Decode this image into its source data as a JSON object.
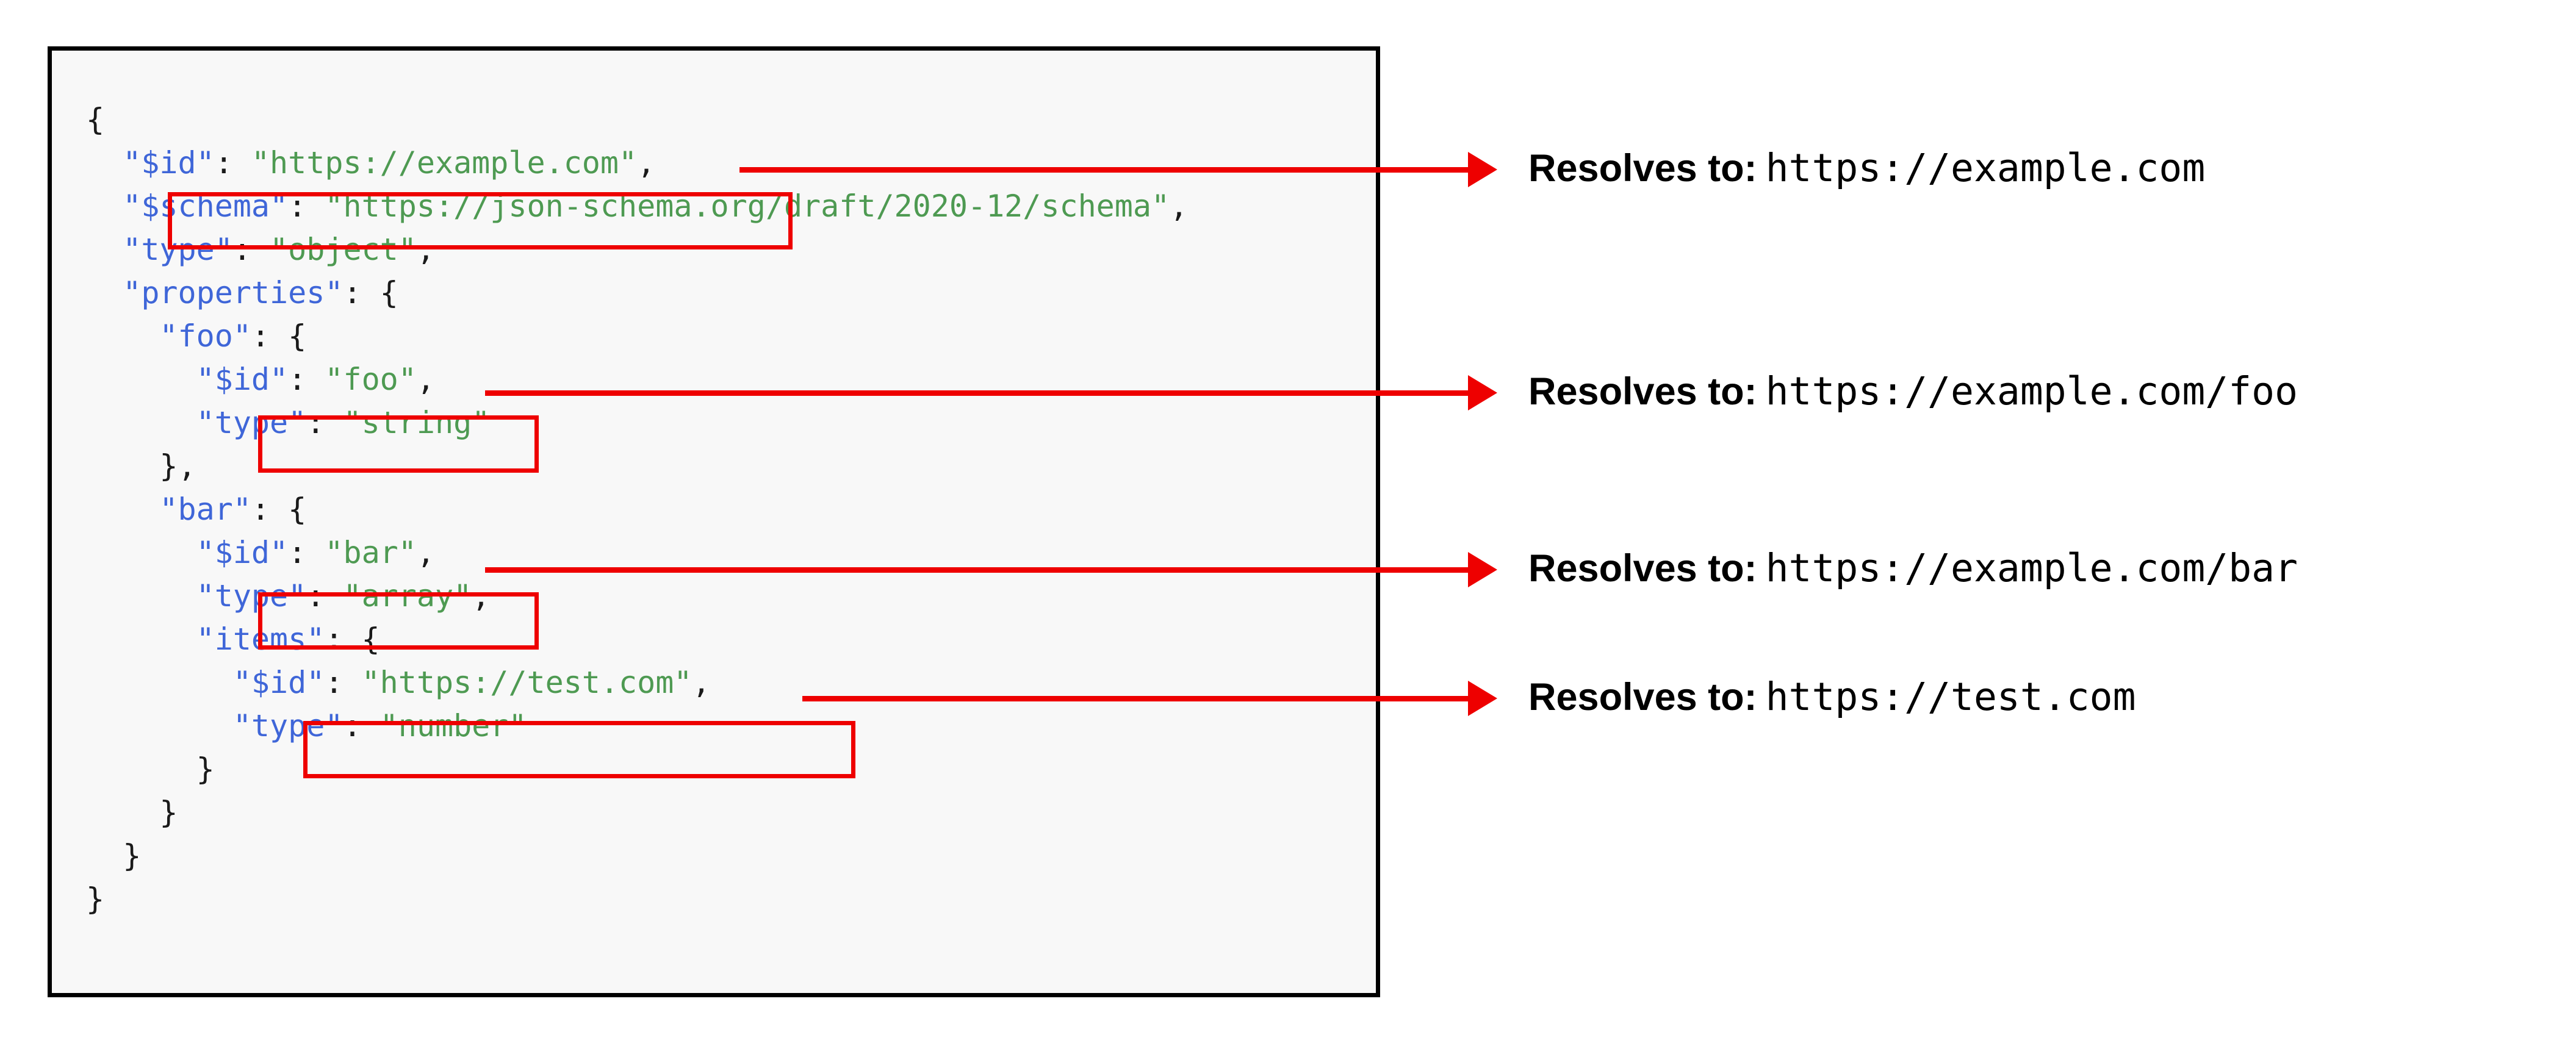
{
  "code_block": {
    "language": "json",
    "background": "#f8f8f8",
    "border_color": "#000000",
    "syntax_colors": {
      "key": "#3f66d8",
      "string": "#4e9a52",
      "punctuation": "#1a1a1a"
    },
    "lines": [
      {
        "indent": 0,
        "parts": [
          {
            "t": "{",
            "c": "p"
          }
        ]
      },
      {
        "indent": 1,
        "parts": [
          {
            "t": "\"$id\"",
            "c": "k"
          },
          {
            "t": ": ",
            "c": "p"
          },
          {
            "t": "\"https://example.com\"",
            "c": "s"
          },
          {
            "t": ",",
            "c": "p"
          }
        ]
      },
      {
        "indent": 1,
        "parts": [
          {
            "t": "\"$schema\"",
            "c": "k"
          },
          {
            "t": ": ",
            "c": "p"
          },
          {
            "t": "\"https://json-schema.org/draft/2020-12/schema\"",
            "c": "s"
          },
          {
            "t": ",",
            "c": "p"
          }
        ]
      },
      {
        "indent": 1,
        "parts": [
          {
            "t": "\"type\"",
            "c": "k"
          },
          {
            "t": ": ",
            "c": "p"
          },
          {
            "t": "\"object\"",
            "c": "s"
          },
          {
            "t": ",",
            "c": "p"
          }
        ]
      },
      {
        "indent": 1,
        "parts": [
          {
            "t": "\"properties\"",
            "c": "k"
          },
          {
            "t": ": {",
            "c": "p"
          }
        ]
      },
      {
        "indent": 2,
        "parts": [
          {
            "t": "\"foo\"",
            "c": "k"
          },
          {
            "t": ": {",
            "c": "p"
          }
        ]
      },
      {
        "indent": 3,
        "parts": [
          {
            "t": "\"$id\"",
            "c": "k"
          },
          {
            "t": ": ",
            "c": "p"
          },
          {
            "t": "\"foo\"",
            "c": "s"
          },
          {
            "t": ",",
            "c": "p"
          }
        ]
      },
      {
        "indent": 3,
        "parts": [
          {
            "t": "\"type\"",
            "c": "k"
          },
          {
            "t": ": ",
            "c": "p"
          },
          {
            "t": "\"string\"",
            "c": "s"
          }
        ]
      },
      {
        "indent": 2,
        "parts": [
          {
            "t": "},",
            "c": "p"
          }
        ]
      },
      {
        "indent": 2,
        "parts": [
          {
            "t": "\"bar\"",
            "c": "k"
          },
          {
            "t": ": {",
            "c": "p"
          }
        ]
      },
      {
        "indent": 3,
        "parts": [
          {
            "t": "\"$id\"",
            "c": "k"
          },
          {
            "t": ": ",
            "c": "p"
          },
          {
            "t": "\"bar\"",
            "c": "s"
          },
          {
            "t": ",",
            "c": "p"
          }
        ]
      },
      {
        "indent": 3,
        "parts": [
          {
            "t": "\"type\"",
            "c": "k"
          },
          {
            "t": ": ",
            "c": "p"
          },
          {
            "t": "\"array\"",
            "c": "s"
          },
          {
            "t": ",",
            "c": "p"
          }
        ]
      },
      {
        "indent": 3,
        "parts": [
          {
            "t": "\"items\"",
            "c": "k"
          },
          {
            "t": ": {",
            "c": "p"
          }
        ]
      },
      {
        "indent": 4,
        "parts": [
          {
            "t": "\"$id\"",
            "c": "k"
          },
          {
            "t": ": ",
            "c": "p"
          },
          {
            "t": "\"https://test.com\"",
            "c": "s"
          },
          {
            "t": ",",
            "c": "p"
          }
        ]
      },
      {
        "indent": 4,
        "parts": [
          {
            "t": "\"type\"",
            "c": "k"
          },
          {
            "t": ": ",
            "c": "p"
          },
          {
            "t": "\"number\"",
            "c": "s"
          }
        ]
      },
      {
        "indent": 3,
        "parts": [
          {
            "t": "}",
            "c": "p"
          }
        ]
      },
      {
        "indent": 2,
        "parts": [
          {
            "t": "}",
            "c": "p"
          }
        ]
      },
      {
        "indent": 1,
        "parts": [
          {
            "t": "}",
            "c": "p"
          }
        ]
      },
      {
        "indent": 0,
        "parts": [
          {
            "t": "}",
            "c": "p"
          }
        ]
      }
    ]
  },
  "highlights": {
    "color": "#ee0000",
    "items": [
      {
        "name": "root-id",
        "code_line": 1
      },
      {
        "name": "foo-id",
        "code_line": 6
      },
      {
        "name": "bar-id",
        "code_line": 10
      },
      {
        "name": "items-id",
        "code_line": 13
      }
    ]
  },
  "annotations": {
    "label": "Resolves to:",
    "items": [
      {
        "label": "Resolves to:",
        "url": "https://example.com"
      },
      {
        "label": "Resolves to:",
        "url": "https://example.com/foo"
      },
      {
        "label": "Resolves to:",
        "url": "https://example.com/bar"
      },
      {
        "label": "Resolves to:",
        "url": "https://test.com"
      }
    ]
  }
}
